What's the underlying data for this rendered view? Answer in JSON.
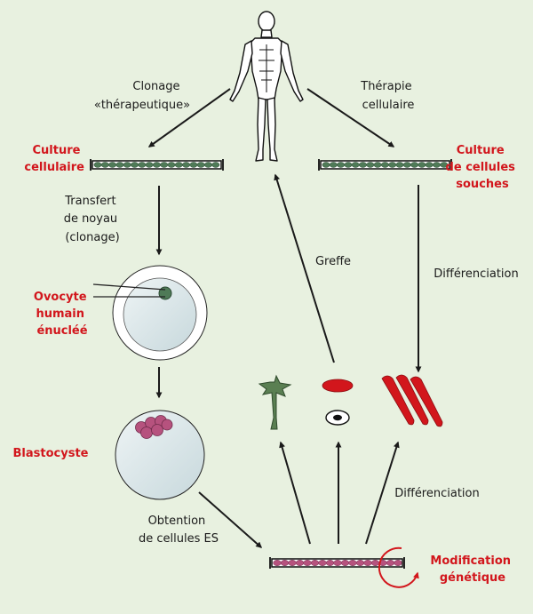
{
  "labels": {
    "clonage_line1": "Clonage",
    "clonage_line2": "«thérapeutique»",
    "therapie_line1": "Thérapie",
    "therapie_line2": "cellulaire",
    "culture_cellulaire_line1": "Culture",
    "culture_cellulaire_line2": "cellulaire",
    "culture_souches_line1": "Culture",
    "culture_souches_line2": "de cellules",
    "culture_souches_line3": "souches",
    "transfert_line1": "Transfert",
    "transfert_line2": "de noyau",
    "transfert_line3": "(clonage)",
    "greffe": "Greffe",
    "differenciation_top": "Différenciation",
    "ovocyte_line1": "Ovocyte",
    "ovocyte_line2": "humain",
    "ovocyte_line3": "énucléé",
    "blastocyste": "Blastocyste",
    "differenciation_bottom": "Différenciation",
    "obtention_line1": "Obtention",
    "obtention_line2": "de cellules ES",
    "modification_line1": "Modification",
    "modification_line2": "génétique"
  },
  "colors": {
    "background": "#e8f1e0",
    "accent_red": "#d2161c",
    "cell_green": "#4f7a57",
    "cell_pink": "#b6527e",
    "neuron_green": "#5a7f52",
    "egg_fill": "#dde8ea"
  },
  "icons": {
    "human": "human-figure-icon",
    "neuron": "neuron-cell-icon",
    "red_blood_cell": "red-blood-cell-icon",
    "white_cell": "white-blood-cell-icon",
    "muscle": "muscle-cells-icon"
  }
}
